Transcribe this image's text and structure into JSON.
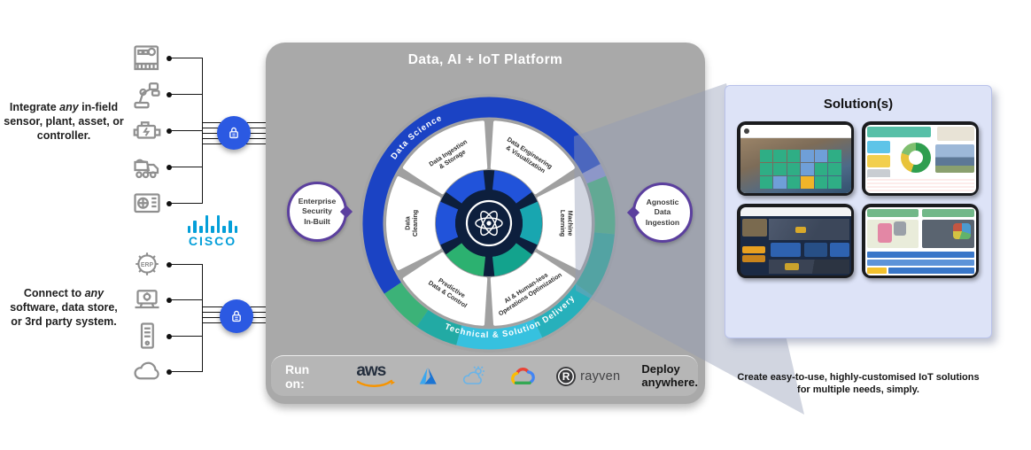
{
  "platform": {
    "title": "Data, AI + IoT Platform"
  },
  "wheel": {
    "ring_labels": {
      "top": "Data Science",
      "bottom": "Technical & Solution Delivery"
    },
    "segments": [
      {
        "label": "Data Ingestion & Storage",
        "lines": [
          "Data Ingestion",
          "& Storage"
        ]
      },
      {
        "label": "Data Engineering & Visualization",
        "lines": [
          "Data Engineering",
          "& Visualization"
        ]
      },
      {
        "label": "Machine Learning",
        "lines": [
          "Machine",
          "Learning"
        ]
      },
      {
        "label": "AI & Human-less Operations Optimization",
        "lines": [
          "AI & Human-less",
          "Operations Optimization"
        ]
      },
      {
        "label": "Predictive Data & Control",
        "lines": [
          "Predictive",
          "Data & Control"
        ]
      },
      {
        "label": "Data Cleaning",
        "lines": [
          "Data",
          "Cleaning"
        ]
      }
    ],
    "colors": {
      "blue": "#1b43c4",
      "gap": "#8a94d6",
      "green": "#3fb37c",
      "teal": "#1fa79b",
      "cyan": "#36c1df",
      "hub": "#0d1f3d",
      "hub_blue": "#2153da",
      "hub_teal": "#18a6b0",
      "hub_teal2": "#13a38d",
      "hub_green": "#2cb170"
    }
  },
  "badges": {
    "left": "Enterprise\nSecurity\nIn-Built",
    "right": "Agnostic\nData\nIngestion"
  },
  "left_panel": {
    "integrate": {
      "pre": "Integrate ",
      "em": "any",
      "post": " in-field sensor, plant, asset, or controller."
    },
    "connect": {
      "pre": "Connect to ",
      "em": "any",
      "post": " software, data store, or 3rd party system."
    },
    "cisco": "CISCO",
    "erp_label": "ERP"
  },
  "run_bar": {
    "label": "Run on:",
    "aws": "aws",
    "rayven_mark": "R",
    "rayven": "rayven",
    "deploy": "Deploy\nanywhere."
  },
  "solutions": {
    "title": "Solution(s)",
    "caption": "Create easy-to-use, highly-customised IoT solutions for multiple needs, simply."
  }
}
